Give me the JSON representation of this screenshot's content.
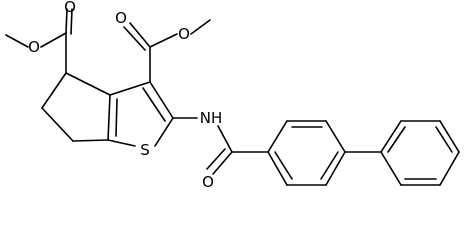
{
  "atoms": {
    "o_top_left_methoxy": "O",
    "o_top_left_carbonyl": "O",
    "o_top_right_methoxy": "O",
    "o_top_right_carbonyl": "O",
    "nh": "NH",
    "s": "S",
    "o_amide": "O"
  },
  "colors": {
    "bond": "#000000",
    "label": "#000000",
    "background": "#ffffff"
  }
}
